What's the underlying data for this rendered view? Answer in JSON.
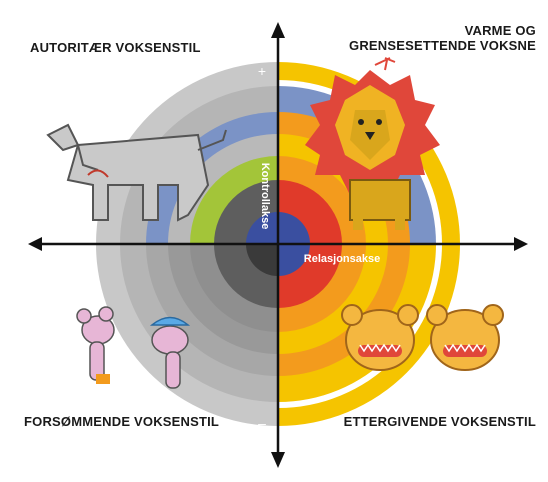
{
  "quadrants": {
    "top_left": "AUTORITÆR VOKSENSTIL",
    "top_right_line1": "VARME OG",
    "top_right_line2": "GRENSESETTENDE VOKSNE",
    "bottom_left": "FORSØMMENDE VOKSENSTIL",
    "bottom_right": "ETTERGIVENDE VOKSENSTIL"
  },
  "axes": {
    "vertical_label": "Kontrollakse",
    "horizontal_label": "Relasjonsakse"
  },
  "markers": {
    "top_plus": "+",
    "right_plus": "+",
    "left_minus": "–",
    "bottom_minus": "–"
  },
  "colors": {
    "ring_outer_grey": "#c8c8c8",
    "ring_blue": "#7b93c6",
    "ring_light_grey": "#b5b5b5",
    "ring_green": "#a3c539",
    "ring_mid_grey": "#8f8f8f",
    "ring_dark_grey": "#5e5e5e",
    "ring_center_dark": "#3a3a3a",
    "ring_center_blue": "#3a4fa0",
    "ring_yellow": "#f5c400",
    "ring_orange": "#f39b1d",
    "ring_red": "#e03a2a",
    "axis": "#111111"
  }
}
